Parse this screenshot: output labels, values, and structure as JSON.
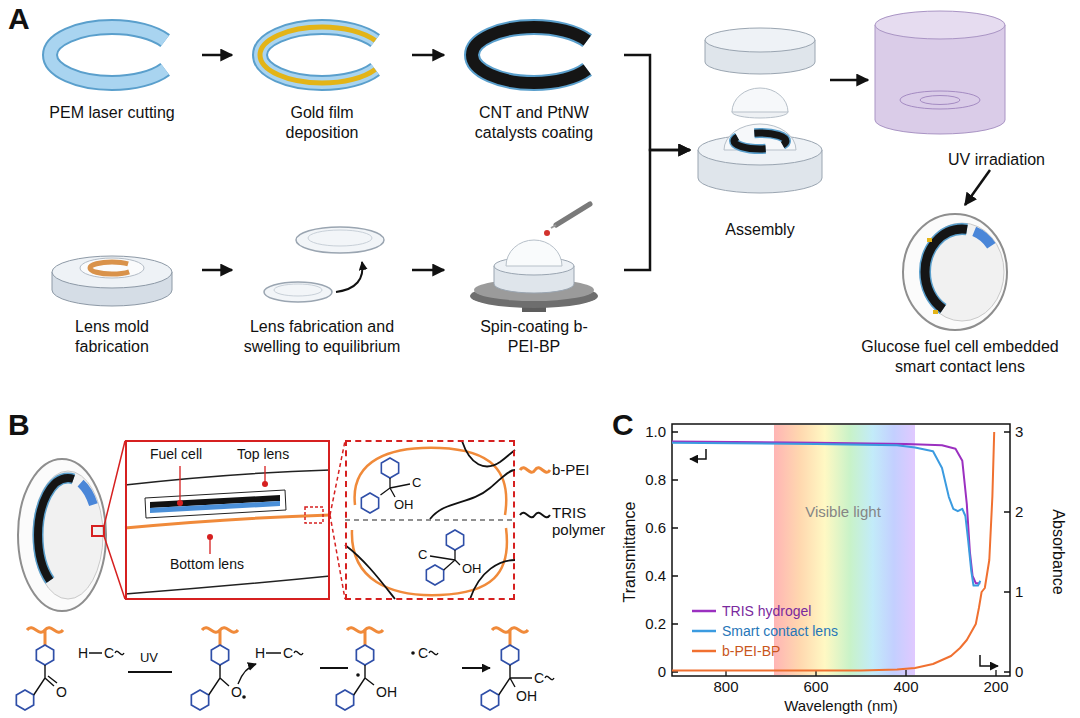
{
  "diagram": {
    "nodes": [
      {
        "text": [
          "PEM laser cutting"
        ]
      },
      {
        "text": [
          "Gold film deposition"
        ]
      },
      {
        "text": [
          "CNT and PtNW catalysts coating"
        ]
      },
      {
        "text": [
          "Lens mold fabrication"
        ]
      },
      {
        "text": [
          "Lens fabrication and swelling to equilibrium"
        ]
      },
      {
        "text": [
          "Spin-coating b-PEI-BP"
        ]
      },
      {
        "text": [
          "Assembly"
        ]
      },
      {
        "text": [
          "UV irradiation"
        ]
      },
      {
        "text": [
          "Glucose fuel cell embedded smart contact lens"
        ]
      },
      {
        "text": [
          "Fuel cell",
          "Top lens",
          "Bottom lens"
        ]
      },
      {
        "text": [
          "C",
          "OH",
          "C",
          "OH"
        ]
      }
    ],
    "edges": [
      {
        "from": 0,
        "to": 1,
        "arrow": "to"
      },
      {
        "from": 1,
        "to": 2,
        "arrow": "to"
      },
      {
        "from": 3,
        "to": 4,
        "arrow": "to"
      },
      {
        "from": 4,
        "to": 5,
        "arrow": "to"
      },
      {
        "from": 2,
        "to": 6,
        "arrow": "to"
      },
      {
        "from": 5,
        "to": 6,
        "arrow": "to"
      },
      {
        "from": 6,
        "to": 7,
        "arrow": "to"
      },
      {
        "from": 7,
        "to": 8,
        "arrow": "to"
      },
      {
        "from": 9,
        "to": 10,
        "arrow": "none"
      }
    ],
    "labels": [
      "A",
      "B",
      "H",
      "C",
      "O",
      "UV",
      "O",
      "H",
      "C",
      "OH",
      "C",
      "OH",
      "C",
      "C",
      "1.0",
      "0.8",
      "0.6",
      "0.4",
      "0.2",
      "0",
      "3",
      "2",
      "1",
      "0",
      "800",
      "600",
      "400",
      "200",
      "Transmittance",
      "Absorbance",
      "Wavelength (nm)",
      "Visible light"
    ],
    "legend": [
      {
        "text": "b-PEI"
      },
      {
        "text": "TRIS polymer"
      },
      {
        "text": "TRIS hydrogel"
      },
      {
        "text": "Smart contact lens"
      },
      {
        "text": "b-PEI-BP"
      }
    ]
  }
}
